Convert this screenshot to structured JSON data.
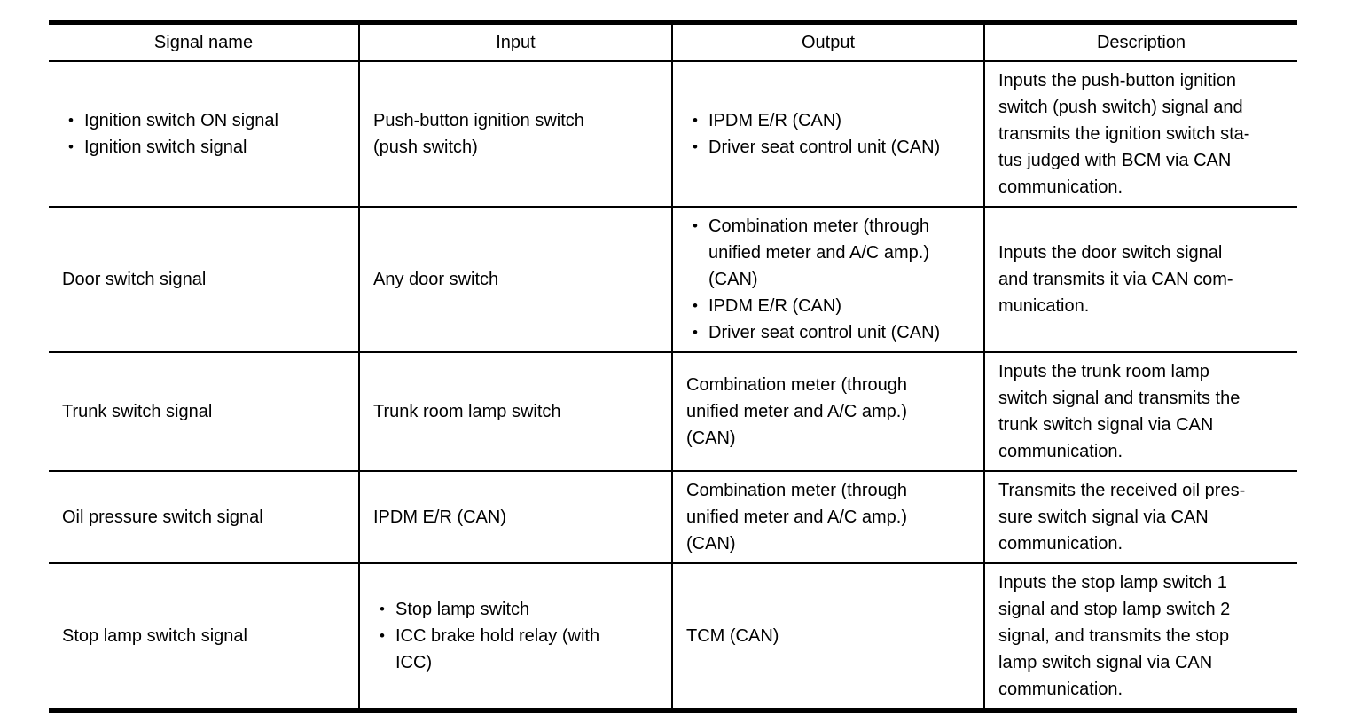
{
  "page": {
    "background_color": "#ffffff",
    "text_color": "#000000",
    "border_color": "#000000"
  },
  "table": {
    "bullet_glyph": "•",
    "headers": [
      "Signal name",
      "Input",
      "Output",
      "Description"
    ],
    "rows": [
      {
        "signal_name": {
          "items": [
            [
              "Ignition switch ON signal"
            ],
            [
              "Ignition switch signal"
            ]
          ]
        },
        "input": {
          "lines": [
            "Push-button ignition switch",
            "(push switch)"
          ]
        },
        "output": {
          "items": [
            [
              "IPDM E/R (CAN)"
            ],
            [
              "Driver seat control unit (CAN)"
            ]
          ]
        },
        "description": {
          "lines": [
            "Inputs the push-button ignition",
            "switch (push switch) signal and",
            "transmits the ignition switch sta-",
            "tus judged with BCM via CAN",
            "communication."
          ]
        }
      },
      {
        "signal_name": {
          "lines": [
            "Door switch signal"
          ]
        },
        "input": {
          "lines": [
            "Any door switch"
          ]
        },
        "output": {
          "items": [
            [
              "Combination meter (through",
              "unified meter and A/C amp.)",
              "(CAN)"
            ],
            [
              "IPDM E/R (CAN)"
            ],
            [
              "Driver seat control unit (CAN)"
            ]
          ]
        },
        "description": {
          "lines": [
            "Inputs the door switch signal",
            "and transmits it via CAN com-",
            "munication."
          ]
        }
      },
      {
        "signal_name": {
          "lines": [
            "Trunk switch signal"
          ]
        },
        "input": {
          "lines": [
            "Trunk room lamp switch"
          ]
        },
        "output": {
          "lines": [
            "Combination meter (through",
            "unified meter and A/C amp.)",
            "(CAN)"
          ]
        },
        "description": {
          "lines": [
            "Inputs the trunk room lamp",
            "switch signal and transmits the",
            "trunk switch signal via CAN",
            "communication."
          ]
        }
      },
      {
        "signal_name": {
          "lines": [
            "Oil pressure switch signal"
          ]
        },
        "input": {
          "lines": [
            "IPDM E/R (CAN)"
          ]
        },
        "output": {
          "lines": [
            "Combination meter (through",
            "unified meter and A/C amp.)",
            "(CAN)"
          ]
        },
        "description": {
          "lines": [
            "Transmits the received oil pres-",
            "sure switch signal via CAN",
            "communication."
          ]
        }
      },
      {
        "signal_name": {
          "lines": [
            "Stop lamp switch signal"
          ]
        },
        "input": {
          "items": [
            [
              "Stop lamp switch"
            ],
            [
              "ICC brake hold relay (with",
              "ICC)"
            ]
          ]
        },
        "output": {
          "lines": [
            "TCM (CAN)"
          ]
        },
        "description": {
          "lines": [
            "Inputs the stop lamp switch 1",
            "signal and stop lamp switch 2",
            "signal, and transmits the stop",
            "lamp switch signal via CAN",
            "communication."
          ]
        }
      }
    ]
  }
}
